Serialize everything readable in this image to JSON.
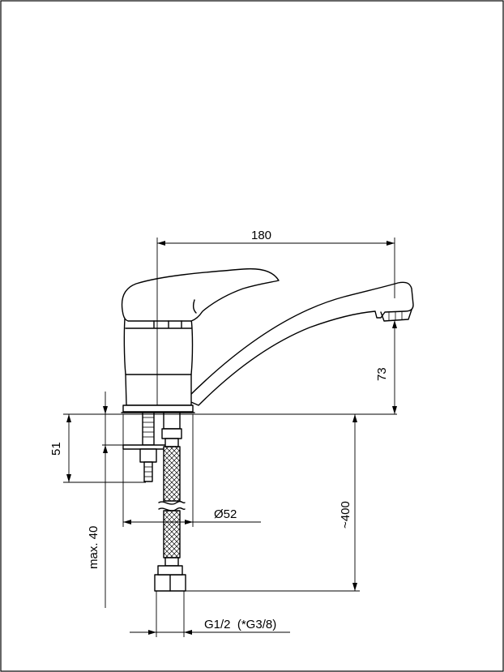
{
  "dimensions": {
    "spout_reach": "180",
    "spout_height": "73",
    "body_height": "51",
    "max_thickness": "max. 40",
    "base_diameter": "Ø52",
    "hose_length": "~400",
    "connection": "G1/2  (*G3/8)"
  }
}
